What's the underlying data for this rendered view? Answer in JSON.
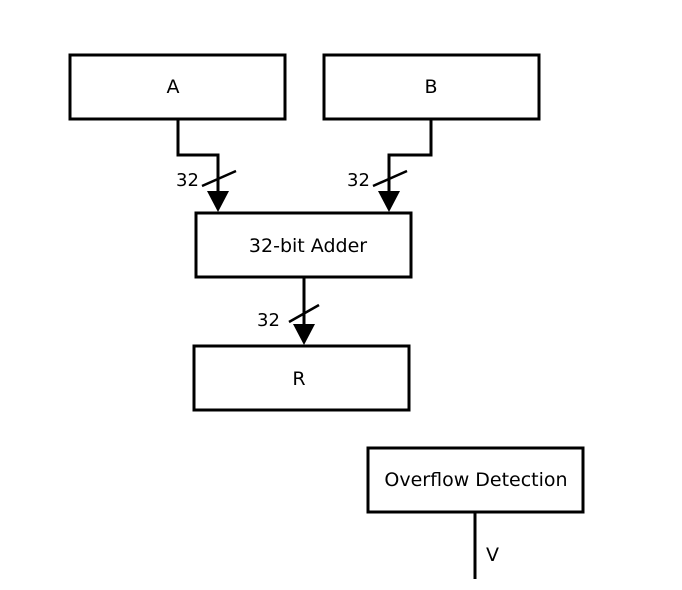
{
  "blocks": {
    "a": "A",
    "b": "B",
    "adder": "32-bit Adder",
    "r": "R",
    "overflow": "Overflow Detection"
  },
  "buses": {
    "a_to_adder_width": "32",
    "b_to_adder_width": "32",
    "adder_to_r_width": "32"
  },
  "signals": {
    "overflow_output": "V"
  }
}
